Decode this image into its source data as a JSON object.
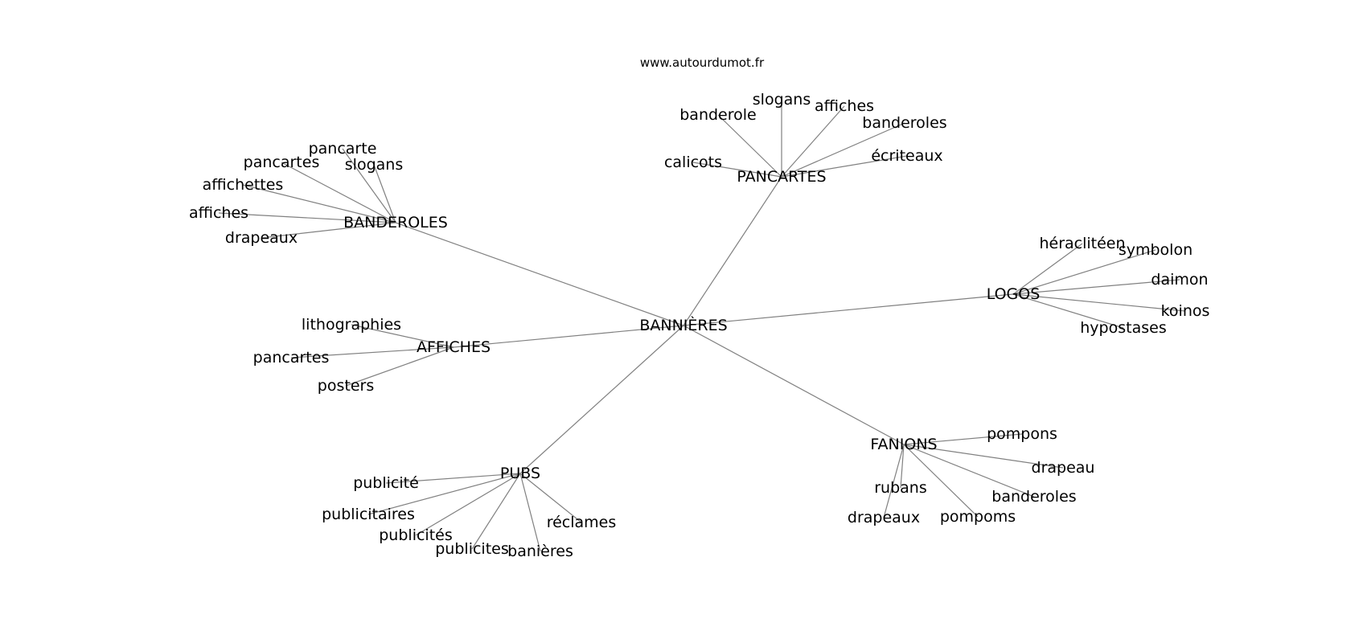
{
  "site_url": "www.autourdumot.fr",
  "graph": {
    "center": "BANNIÈRES",
    "clusters": [
      {
        "hub": "PANCARTES",
        "leaves": [
          "banderole",
          "slogans",
          "affiches",
          "banderoles",
          "calicots",
          "écriteaux"
        ]
      },
      {
        "hub": "BANDEROLES",
        "leaves": [
          "pancarte",
          "pancartes",
          "slogans",
          "affichettes",
          "affiches",
          "drapeaux"
        ]
      },
      {
        "hub": "LOGOS",
        "leaves": [
          "héraclitéen",
          "symbolon",
          "daimon",
          "koinos",
          "hypostases"
        ]
      },
      {
        "hub": "AFFICHES",
        "leaves": [
          "lithographies",
          "pancartes",
          "posters"
        ]
      },
      {
        "hub": "FANIONS",
        "leaves": [
          "pompons",
          "drapeau",
          "rubans",
          "banderoles",
          "drapeaux",
          "pompoms"
        ]
      },
      {
        "hub": "PUBS",
        "leaves": [
          "publicité",
          "publicitaires",
          "publicités",
          "publicites",
          "banières",
          "réclames"
        ]
      }
    ]
  },
  "colors": {
    "edge": "#808080",
    "text": "#000000",
    "background": "#ffffff"
  }
}
